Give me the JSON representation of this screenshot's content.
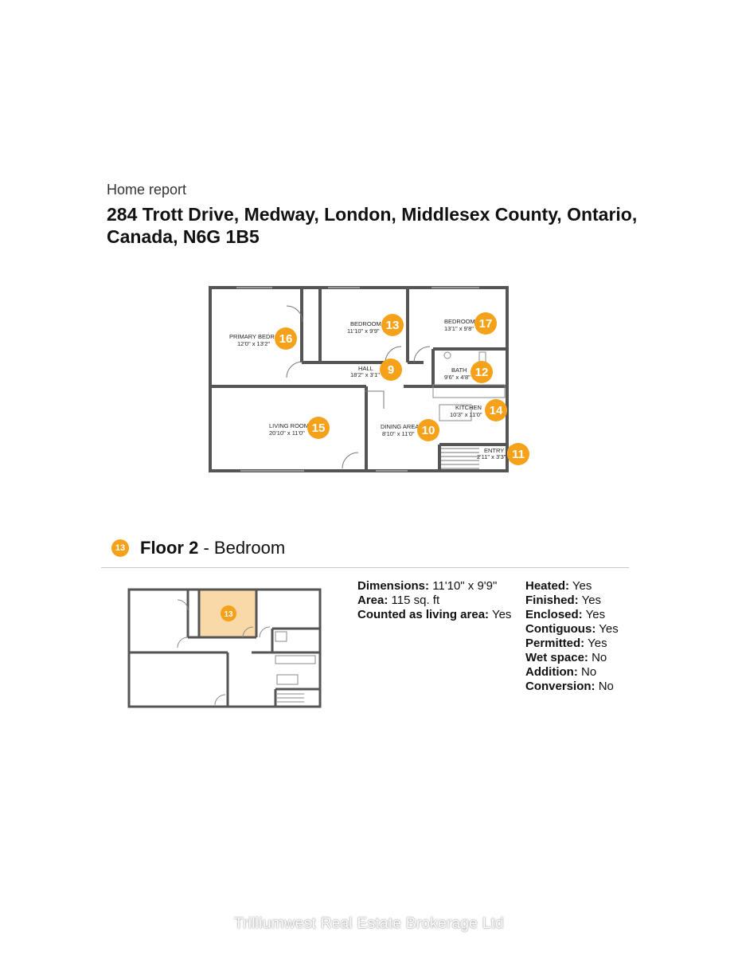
{
  "header": {
    "subtitle": "Home report",
    "address": "284 Trott Drive, Medway, London, Middlesex County, Ontario, Canada, N6G 1B5"
  },
  "floorplan": {
    "rooms": [
      {
        "id": "16",
        "name": "PRIMARY BEDROOM",
        "dims": "12'0\" x 13'2\""
      },
      {
        "id": "13",
        "name": "BEDROOM",
        "dims": "11'10\" x 9'9\""
      },
      {
        "id": "17",
        "name": "BEDROOM",
        "dims": "13'1\" x 9'8\""
      },
      {
        "id": "9",
        "name": "HALL",
        "dims": "18'2\" x 3'1\""
      },
      {
        "id": "12",
        "name": "BATH",
        "dims": "9'6\" x 4'8\""
      },
      {
        "id": "14",
        "name": "KITCHEN",
        "dims": "10'3\" x 11'0\""
      },
      {
        "id": "15",
        "name": "LIVING ROOM",
        "dims": "20'10\" x 11'0\""
      },
      {
        "id": "10",
        "name": "DINING AREA",
        "dims": "8'10\" x 11'0\""
      },
      {
        "id": "11",
        "name": "ENTRY",
        "dims": "2'11\" x 3'3\""
      }
    ],
    "badge_color": "#f5a11a",
    "highlight_color": "#fad9a8"
  },
  "section": {
    "badge": "13",
    "floor": "Floor 2",
    "separator": " - ",
    "room": "Bedroom",
    "mini_badge": "13"
  },
  "details": {
    "left": [
      {
        "label": "Dimensions:",
        "value": "11'10\" x 9'9\""
      },
      {
        "label": "Area:",
        "value": "115 sq. ft"
      },
      {
        "label": "Counted as living area:",
        "value": "Yes"
      }
    ],
    "right": [
      {
        "label": "Heated:",
        "value": "Yes"
      },
      {
        "label": "Finished:",
        "value": "Yes"
      },
      {
        "label": "Enclosed:",
        "value": "Yes"
      },
      {
        "label": "Contiguous:",
        "value": "Yes"
      },
      {
        "label": "Permitted:",
        "value": "Yes"
      },
      {
        "label": "Wet space:",
        "value": "No"
      },
      {
        "label": "Addition:",
        "value": "No"
      },
      {
        "label": "Conversion:",
        "value": "No"
      }
    ]
  },
  "footer": {
    "watermark": "Trilliumwest Real Estate Brokerage Ltd"
  }
}
